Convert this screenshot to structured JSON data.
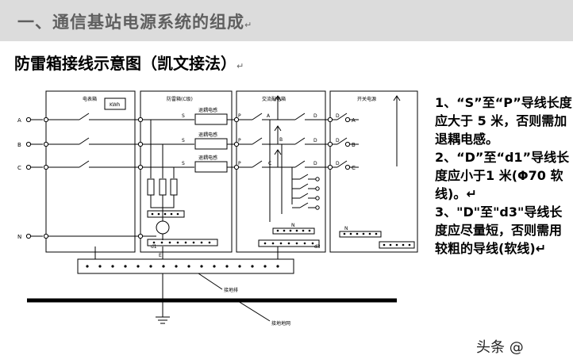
{
  "header": {
    "title": "一、通信基站电源系统的组成",
    "title_mark": "↵"
  },
  "subtitle": {
    "text": "防雷箱接线示意图（凯文接法）",
    "mark": "↵"
  },
  "diagram": {
    "box_labels": [
      "电表箱",
      "防雷箱(C级)",
      "交流配电箱",
      "开关电源"
    ],
    "kwh_label": "KWh",
    "phase_labels": [
      "A",
      "B",
      "C",
      "N"
    ],
    "inductor_labels": [
      "退耦电感",
      "退耦电感",
      "退耦电感"
    ],
    "earth_bar_label": "接地排",
    "grounding_label": "接地地网",
    "node_labels": {
      "s": "S",
      "p": "P",
      "d": "D",
      "d1": "d1",
      "d3": "d3",
      "a": "A",
      "b": "B",
      "c": "C",
      "n": "N",
      "e": "E"
    }
  },
  "notes": [
    "1、“S”至“P”导线长度应大于 5 米，否则需加退耦电感。",
    "2、“D”至“d1”导线长度应小于1 米(Φ70 软线)。↵",
    "3、\"D\"至\"d3\"导线长度应尽量短，否则需用较粗的导线(软线)↵"
  ],
  "watermark": "头条 @"
}
